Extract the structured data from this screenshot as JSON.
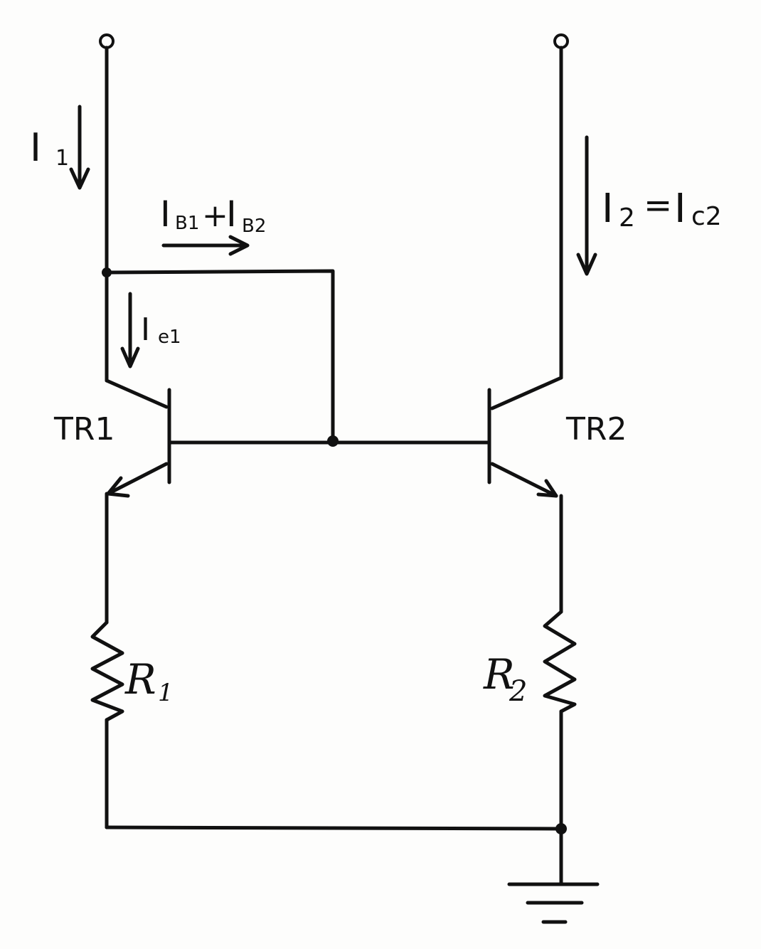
{
  "diagram": {
    "labels": {
      "i1": "I",
      "i1_sub": "1",
      "ib_sum_a": "I",
      "ib_sum_a_sub": "B1",
      "ib_sum_plus": "+",
      "ib_sum_b": "I",
      "ib_sum_b_sub": "B2",
      "ie1": "I",
      "ie1_sub": "e1",
      "i2": "I",
      "i2_sub": "2",
      "i2_eq": "=",
      "ic2": "I",
      "ic2_sub": "c2",
      "tr1": "TR1",
      "tr2": "TR2",
      "r1": "R",
      "r1_sub": "1",
      "r2": "R",
      "r2_sub": "2"
    },
    "colors": {
      "ink": "#111111",
      "paper": "#fdfdfc"
    }
  }
}
